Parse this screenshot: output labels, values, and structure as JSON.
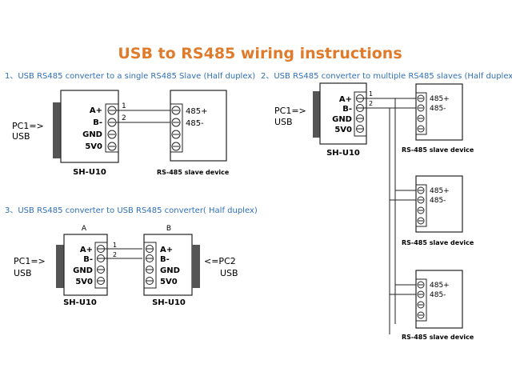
{
  "title": "USB to RS485 wiring instructions",
  "section1": {
    "heading": "1、USB RS485 converter to a single RS485 Slave (Half duplex)"
  },
  "section2": {
    "heading": "2、USB RS485 converter to multiple RS485 slaves (Half duplex)"
  },
  "section3": {
    "heading": "3、USB RS485 converter to USB RS485 converter( Half duplex)"
  },
  "converter": {
    "pins": [
      "A+",
      "B-",
      "GND",
      "5V0"
    ],
    "label": "SH-U10"
  },
  "pc1": {
    "arrow": "PC1=>",
    "usb": "USB"
  },
  "pc2": {
    "arrow": "<=PC2",
    "usb": "USB"
  },
  "slave": {
    "pins": [
      "485+",
      "485-"
    ],
    "label": "RS-485 slave device"
  },
  "wires": {
    "one": "1",
    "two": "2"
  },
  "device_a": "A",
  "device_b": "B",
  "colors": {
    "title": "#e07b2b",
    "heading": "#2f6fb7",
    "line": "#222222"
  }
}
